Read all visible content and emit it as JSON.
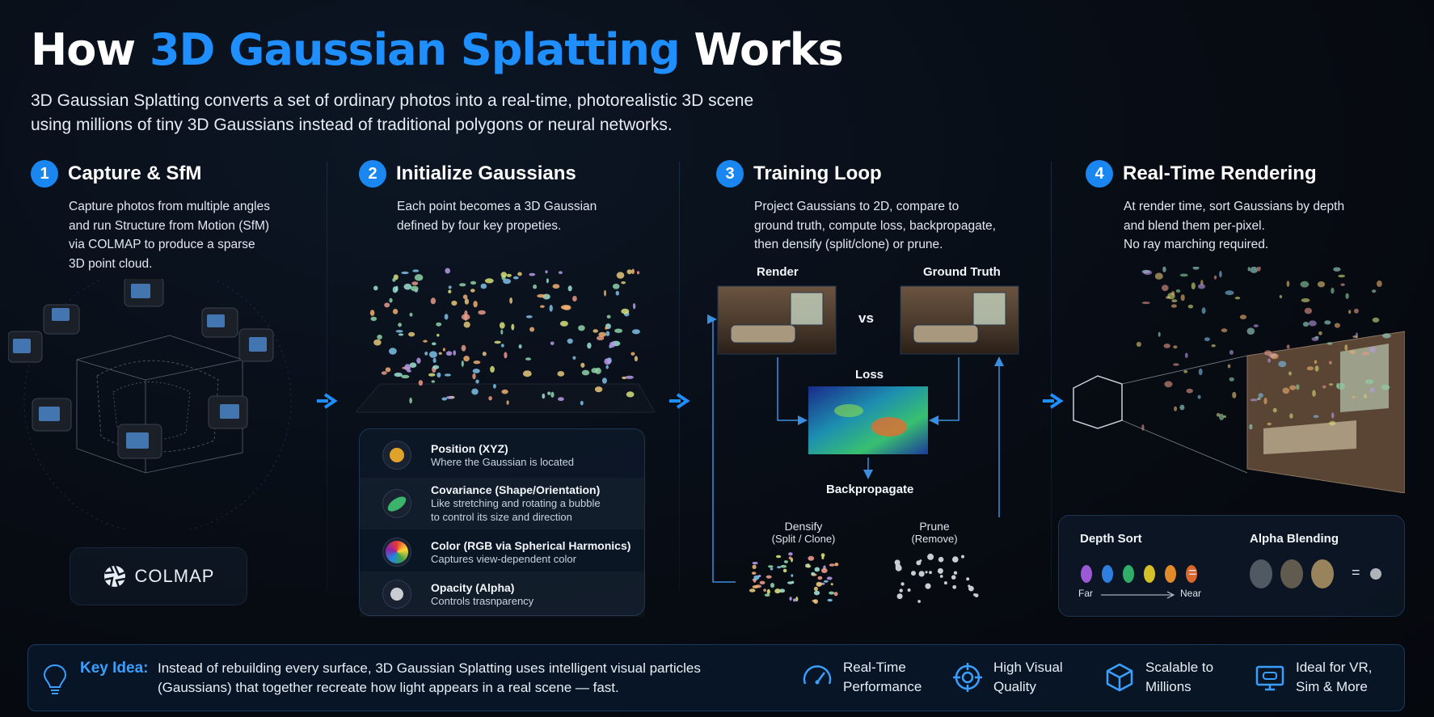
{
  "title": {
    "lead": "How ",
    "accent": "3D Gaussian Splatting",
    "tail": " Works"
  },
  "subtitle": "3D Gaussian Splatting converts a set of ordinary photos into a real-time, photorealistic 3D scene using millions of tiny 3D Gaussians instead of traditional polygons or neural networks.",
  "steps": [
    {
      "num": "1",
      "title": "Capture & SfM",
      "desc": "Capture photos from multiple angles\nand run Structure from Motion (SfM)\nvia COLMAP to produce a sparse\n3D point cloud."
    },
    {
      "num": "2",
      "title": "Initialize Gaussians",
      "desc": "Each point becomes a 3D Gaussian\ndefined by four key propeties."
    },
    {
      "num": "3",
      "title": "Training Loop",
      "desc": "Project Gaussians to 2D, compare to\nground truth, compute loss, backpropagate,\nthen densify (split/clone) or prune."
    },
    {
      "num": "4",
      "title": "Real-Time Rendering",
      "desc": "At render time, sort Gaussians by depth\nand blend them per-pixel.\nNo ray marching required."
    }
  ],
  "colmap": {
    "label": "COLMAP"
  },
  "properties": [
    {
      "name": "Position (XYZ)",
      "desc": "Where the Gaussian is located",
      "icon": "position-dot-icon",
      "color": "#e0a22a"
    },
    {
      "name": "Covariance (Shape/Orientation)",
      "desc": "Like stretching and rotating a bubble\nto control its size and direction",
      "icon": "ellipsoid-icon",
      "color": "#3bb36a"
    },
    {
      "name": "Color (RGB via Spherical Harmonics)",
      "desc": "Captures view-dependent color",
      "icon": "color-wheel-icon",
      "color": "#d946ef"
    },
    {
      "name": "Opacity (Alpha)",
      "desc": "Controls trasnparency",
      "icon": "opacity-dot-icon",
      "color": "#c9ccd2"
    }
  ],
  "training": {
    "render_label": "Render",
    "ground_truth_label": "Ground Truth",
    "vs_label": "vs",
    "loss_label": "Loss",
    "backprop_label": "Backpropagate",
    "densify_label": "Densify",
    "densify_sub": "(Split / Clone)",
    "prune_label": "Prune",
    "prune_sub": "(Remove)"
  },
  "rendering": {
    "depth_sort_label": "Depth Sort",
    "alpha_blend_label": "Alpha Blending",
    "far_label": "Far",
    "near_label": "Near",
    "equals": "=",
    "depth_colors": [
      "#9b59d6",
      "#2f7fe0",
      "#2fae6a",
      "#d6c02a",
      "#e08a2a",
      "#d9662a"
    ]
  },
  "key_idea": {
    "label": "Key Idea:",
    "text": "Instead of rebuilding every surface, 3D Gaussian Splatting uses intelligent visual particles (Gaussians) that together recreate how light appears in a real scene — fast."
  },
  "features": [
    {
      "icon": "speedometer-icon",
      "text": "Real-Time\nPerformance"
    },
    {
      "icon": "target-icon",
      "text": "High Visual\nQuality"
    },
    {
      "icon": "cube-icon",
      "text": "Scalable to\nMillions"
    },
    {
      "icon": "monitor-icon",
      "text": "Ideal for VR,\nSim & More"
    }
  ],
  "accent_color": "#1f8fff"
}
